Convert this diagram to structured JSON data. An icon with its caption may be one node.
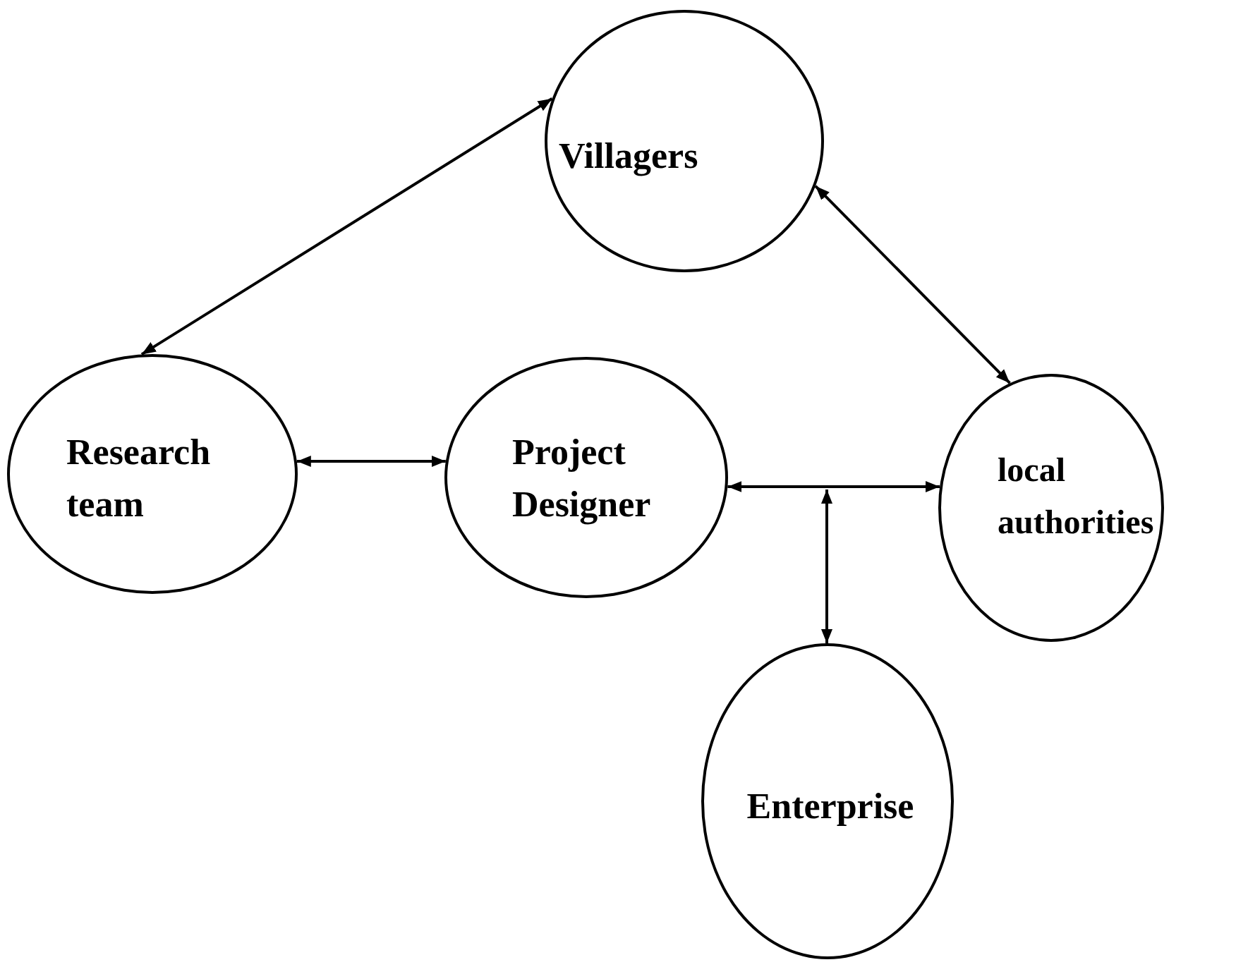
{
  "diagram": {
    "nodes": [
      {
        "text": [
          "Villagers"
        ]
      },
      {
        "text": [
          "Research team"
        ]
      },
      {
        "text": [
          "Project Designer"
        ]
      },
      {
        "text": [
          "local authorities"
        ]
      },
      {
        "text": [
          "Enterprise"
        ]
      }
    ],
    "edges": [
      {
        "from": 0,
        "to": 1,
        "arrow": "both"
      },
      {
        "from": 0,
        "to": 3,
        "arrow": "both"
      },
      {
        "from": 1,
        "to": 2,
        "arrow": "both"
      },
      {
        "from": 2,
        "to": 3,
        "arrow": "both"
      },
      {
        "from": 4,
        "to": null,
        "arrow": "both"
      }
    ]
  }
}
